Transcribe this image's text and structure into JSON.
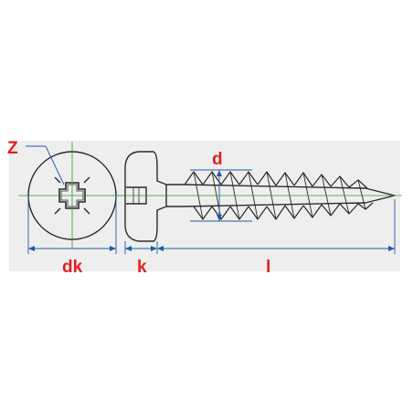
{
  "drawing": {
    "labels": {
      "z": "Z",
      "d": "d",
      "dk": "dk",
      "k": "k",
      "l": "l"
    },
    "colors": {
      "background_band": "#eeeeee",
      "outline": "#2a2a2a",
      "dimension": "#1f5aa8",
      "centerline": "#2e9b2e",
      "label": "#e02020"
    }
  }
}
